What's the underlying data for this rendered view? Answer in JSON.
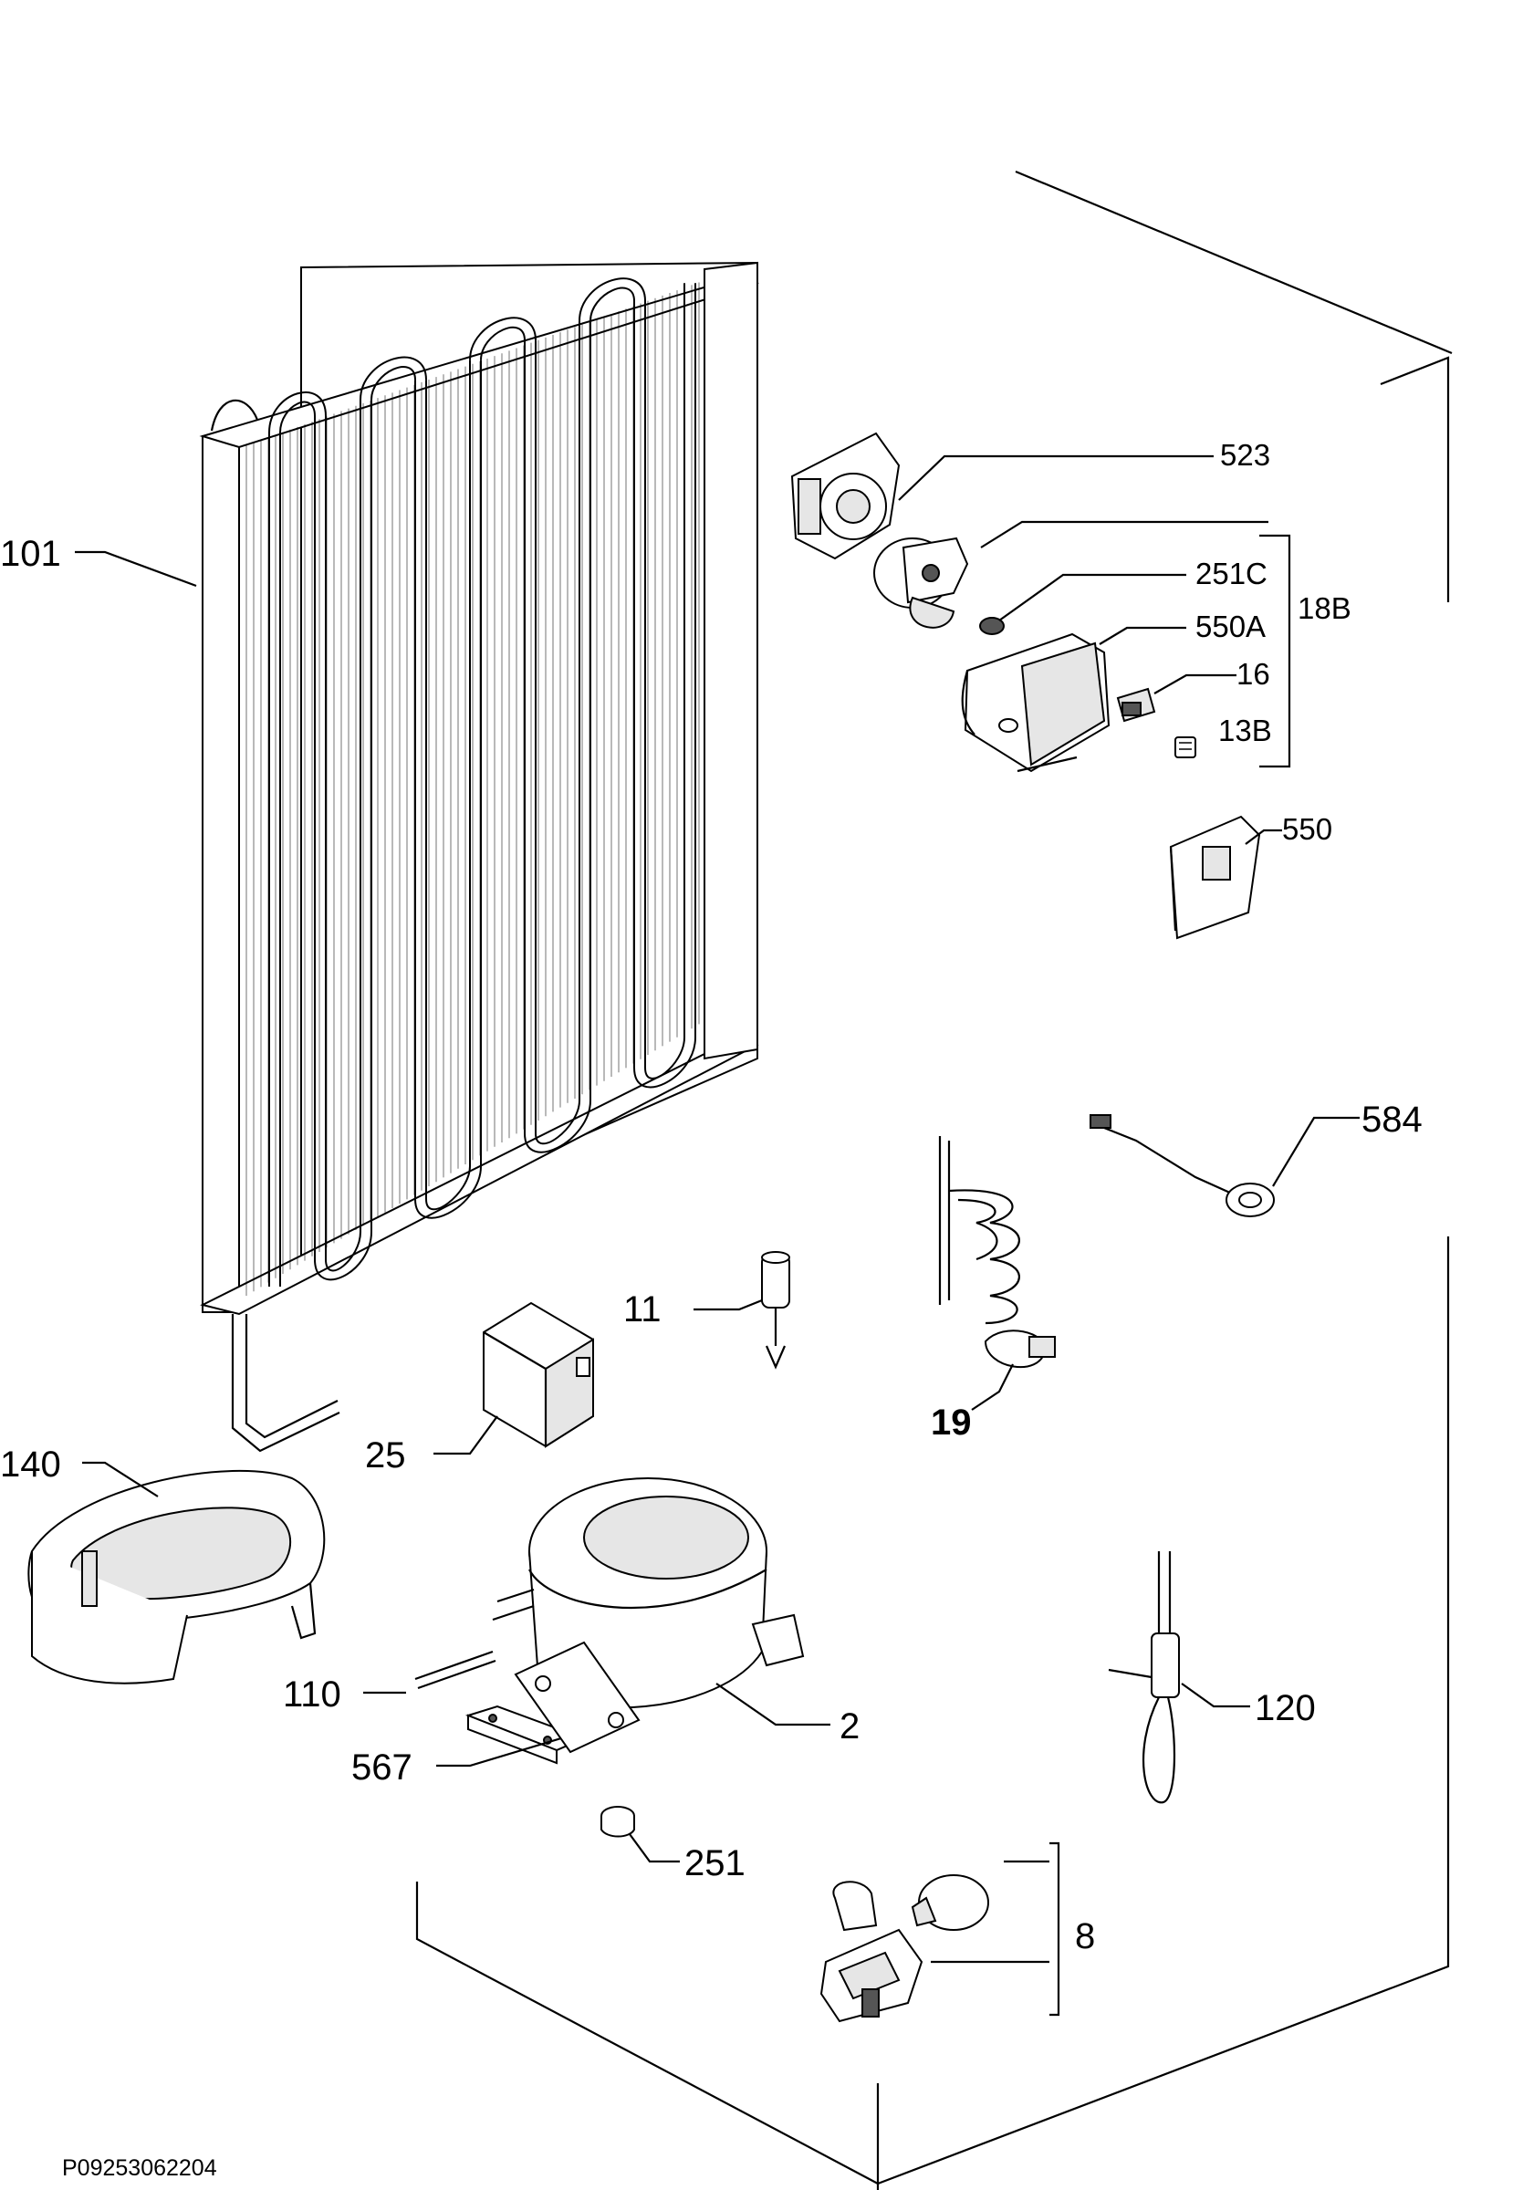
{
  "labels": {
    "p101": "101",
    "p523": "523",
    "p251c": "251C",
    "p550a": "550A",
    "p16": "16",
    "p13b": "13B",
    "p18b": "18B",
    "p550": "550",
    "p584": "584",
    "p11": "11",
    "p19": "19",
    "p25": "25",
    "p140": "140",
    "p110": "110",
    "p2": "2",
    "p567": "567",
    "p120": "120",
    "p251": "251",
    "p8": "8"
  },
  "footer": {
    "drawing_code": "P09253062204"
  }
}
